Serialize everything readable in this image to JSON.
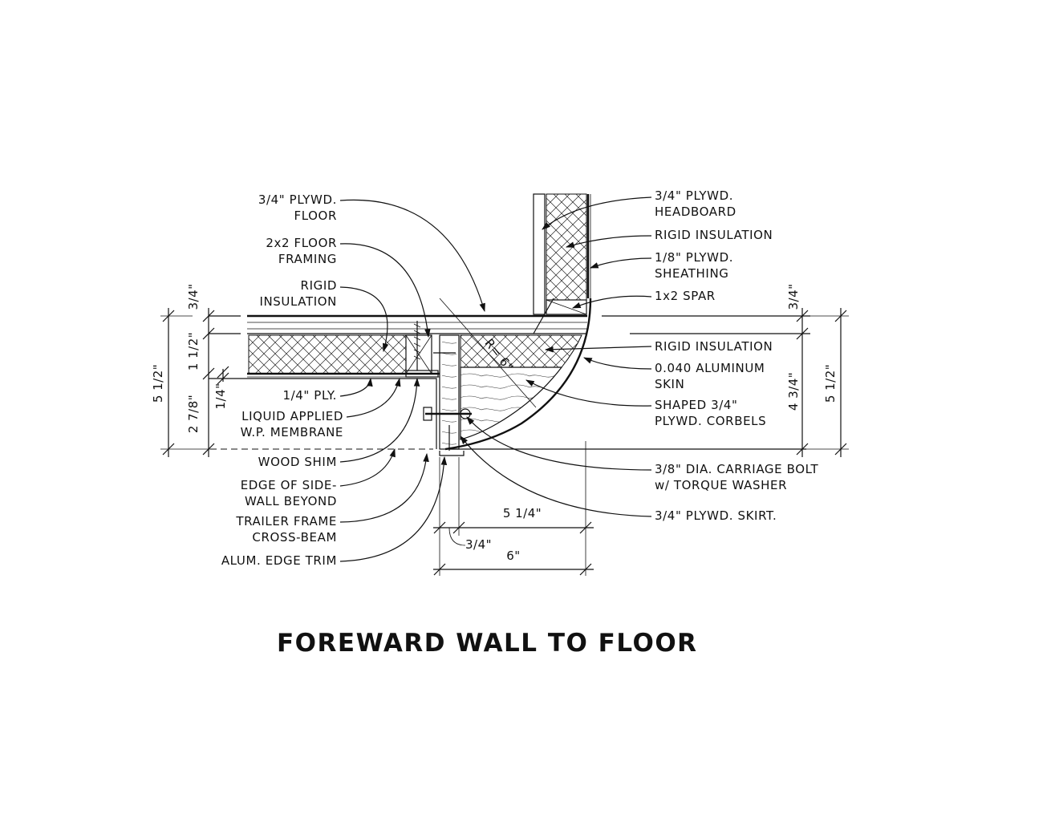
{
  "title": "FOREWARD WALL TO FLOOR",
  "callouts_left": {
    "floor_1": "3/4\" PLYWD.",
    "floor_2": "FLOOR",
    "framing_1": "2x2 FLOOR",
    "framing_2": "FRAMING",
    "rigid_1": "RIGID",
    "rigid_2": "INSULATION",
    "ply": "1/4\" PLY.",
    "membrane_1": "LIQUID APPLIED",
    "membrane_2": "W.P. MEMBRANE",
    "shim": "WOOD SHIM",
    "edge_1": "EDGE OF SIDE-",
    "edge_2": "WALL BEYOND",
    "trailer_1": "TRAILER FRAME",
    "trailer_2": "CROSS-BEAM",
    "trim": "ALUM. EDGE TRIM"
  },
  "callouts_right": {
    "headboard_1": "3/4\" PLYWD.",
    "headboard_2": "HEADBOARD",
    "rigid_top": "RIGID INSULATION",
    "sheathing_1": "1/8\" PLYWD.",
    "sheathing_2": "SHEATHING",
    "spar": "1x2 SPAR",
    "rigid_mid": "RIGID INSULATION",
    "skin_1": "0.040 ALUMINUM",
    "skin_2": "SKIN",
    "corbels_1": "SHAPED 3/4\"",
    "corbels_2": "PLYWD. CORBELS",
    "bolt_1": "3/8\" DIA. CARRIAGE BOLT",
    "bolt_2": "w/ TORQUE WASHER",
    "skirt": "3/4\" PLYWD. SKIRT."
  },
  "dimensions": {
    "left_total": "5 1/2\"",
    "left_top": "3/4\"",
    "left_mid": "1 1/2\"",
    "left_quarter": "1/4\"",
    "left_bottom": "2 7/8\"",
    "right_top": "3/4\"",
    "right_inner": "4 3/4\"",
    "right_total": "5 1/2\"",
    "radius": "R= 6\"",
    "bottom_a": "5 1/4\"",
    "bottom_b": "3/4\"",
    "bottom_total": "6\""
  }
}
